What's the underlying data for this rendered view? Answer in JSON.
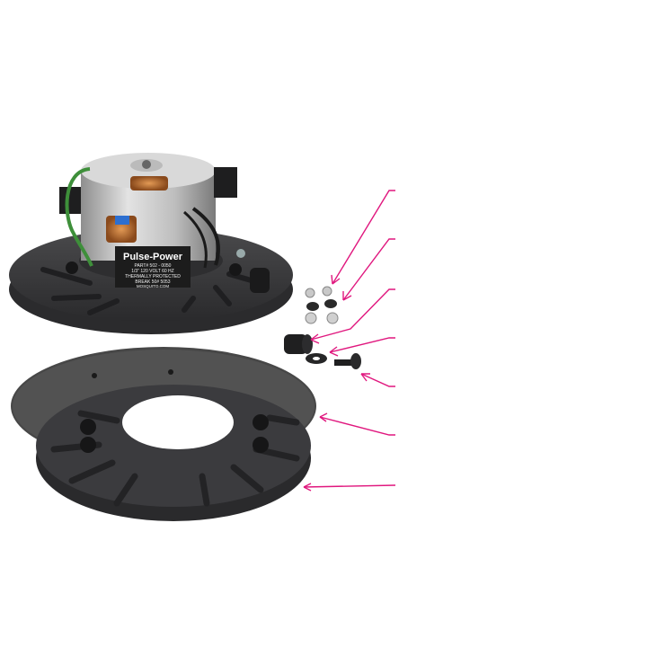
{
  "product_label": {
    "brand": "Pulse-Power",
    "lines": [
      "PART# 502 - 0050",
      "1/3\" 120 VOLT 60 HZ",
      "THERMALLY PROTECTED",
      "BREAK 50# 5053",
      "MOSQUITO.COM"
    ]
  },
  "colors": {
    "callout_line": "#e0177e",
    "plate": "#3a3a3c",
    "pad": "#4a4a4a",
    "motor_can": "#c8c8c8"
  },
  "callouts": [
    {
      "target": "nut"
    },
    {
      "target": "washer"
    },
    {
      "target": "grommet"
    },
    {
      "target": "flat-washer"
    },
    {
      "target": "bolt"
    },
    {
      "target": "sanding-pad"
    },
    {
      "target": "base-plate"
    }
  ]
}
